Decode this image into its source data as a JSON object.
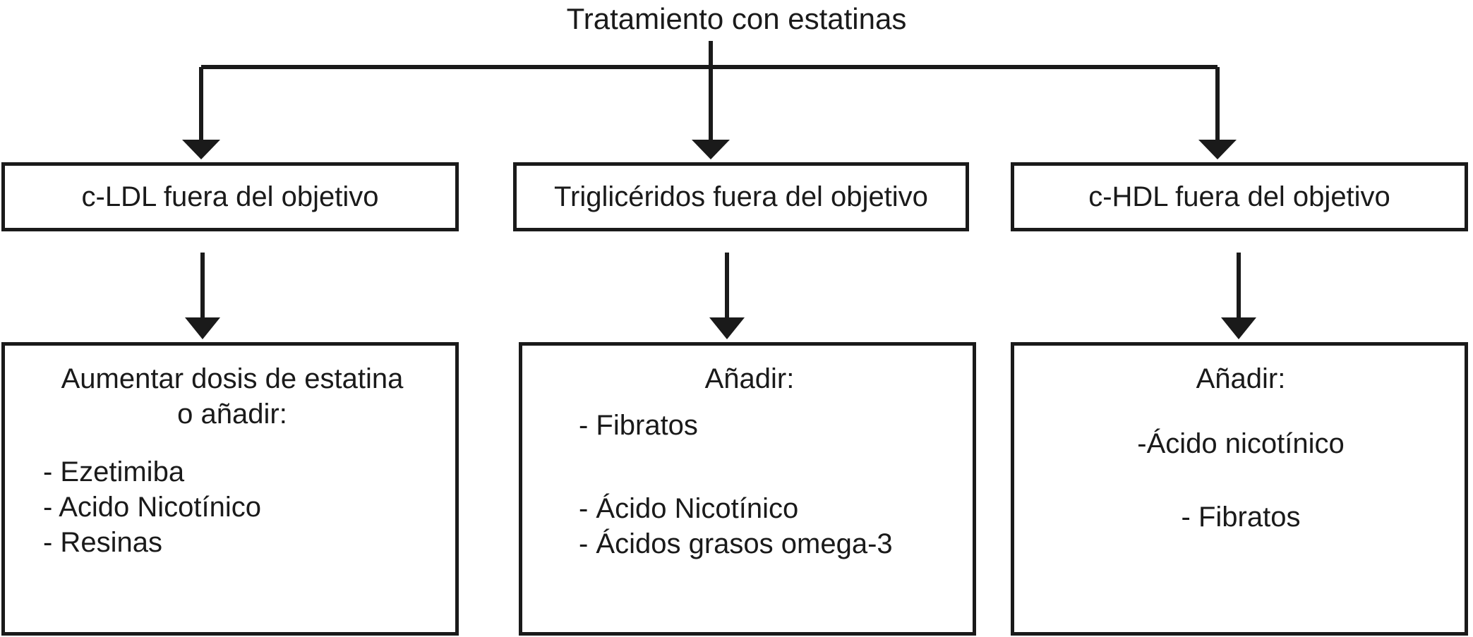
{
  "diagram": {
    "title": "Tratamiento con estatinas",
    "branches": [
      {
        "condition": "c-LDL fuera del objetivo",
        "action_heading_line1": "Aumentar dosis de estatina",
        "action_heading_line2": "o añadir:",
        "items": [
          "- Ezetimiba",
          "- Acido Nicotínico",
          "- Resinas"
        ]
      },
      {
        "condition": "Triglicéridos fuera del objetivo",
        "action_heading_line1": "Añadir:",
        "items": [
          "- Fibratos",
          "- Ácido Nicotínico",
          "- Ácidos grasos omega-3"
        ]
      },
      {
        "condition": "c-HDL fuera del objetivo",
        "action_heading_line1": "Añadir:",
        "items": [
          "-Ácido nicotínico",
          "- Fibratos"
        ]
      }
    ],
    "colors": {
      "ink": "#1a1a1a",
      "background": "#ffffff",
      "border": "#1a1a1a"
    }
  }
}
